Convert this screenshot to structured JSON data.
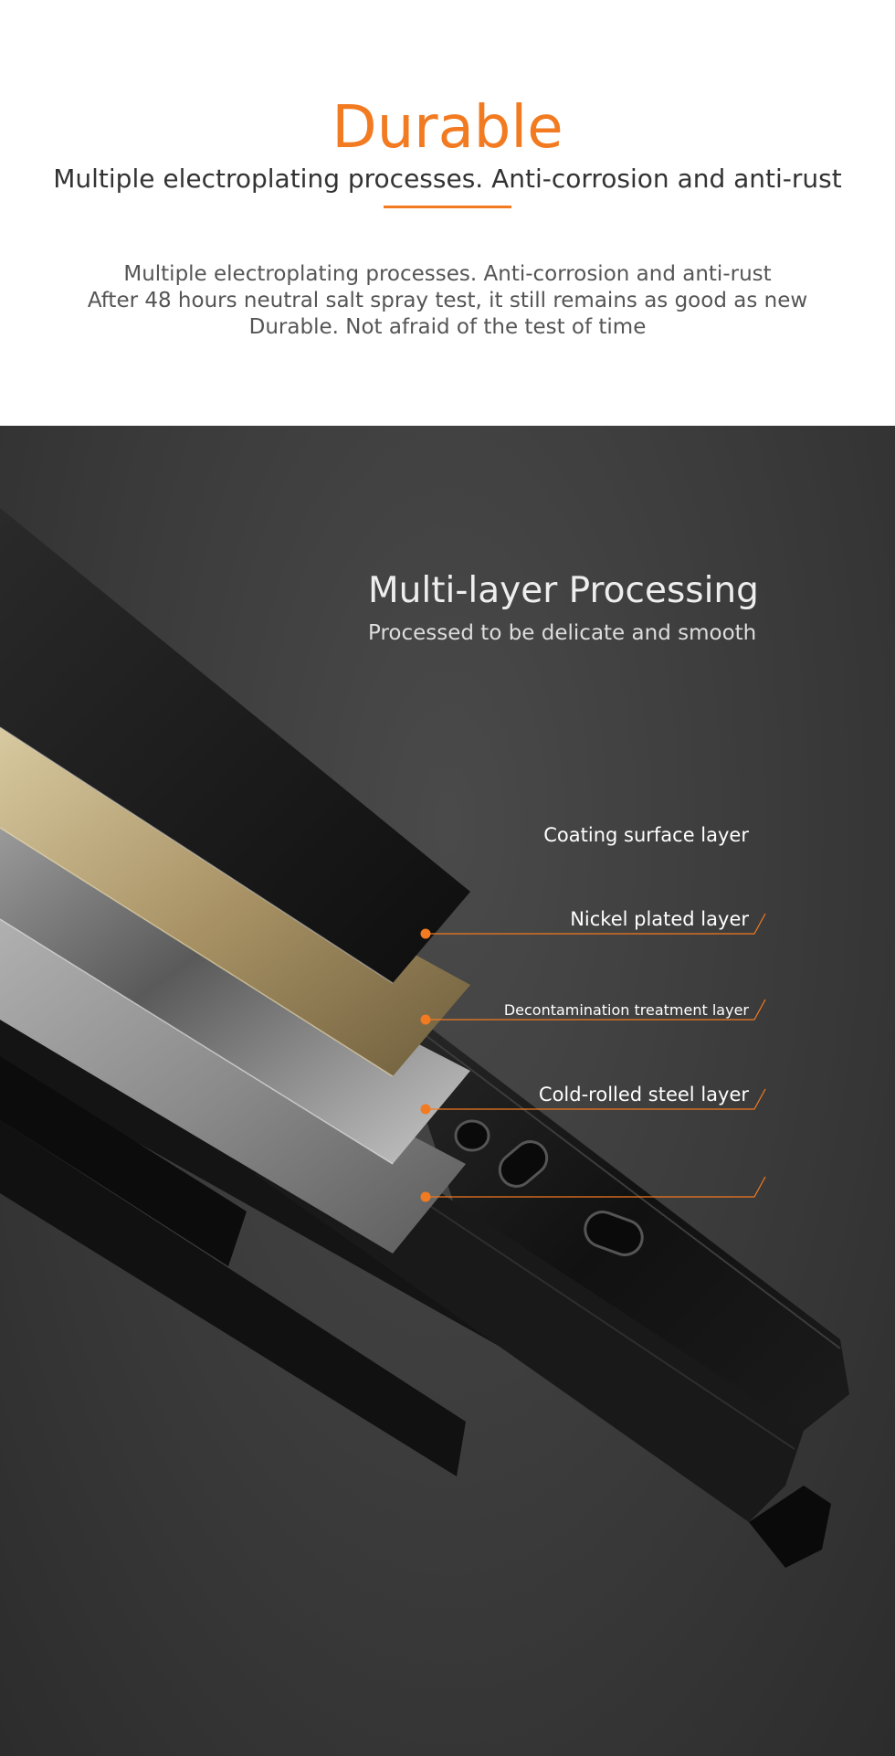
{
  "header": {
    "title": "Durable",
    "subtitle": "Multiple electroplating processes. Anti-corrosion and anti-rust"
  },
  "description": {
    "lines": [
      "Multiple electroplating processes. Anti-corrosion and anti-rust",
      "After 48 hours neutral salt spray test, it still remains as good as new",
      "Durable. Not afraid of the test of time"
    ]
  },
  "section": {
    "title": "Multi-layer Processing",
    "subtitle": "Processed to be delicate and smooth"
  },
  "layers": [
    {
      "label": "Coating surface layer"
    },
    {
      "label": "Nickel plated layer"
    },
    {
      "label": "Decontamination treatment layer"
    },
    {
      "label": "Cold-rolled steel layer"
    }
  ],
  "colors": {
    "accent": "#f27a21",
    "dark_bg": "#3a3a3a",
    "label_text": "#ffffff"
  },
  "icons": {
    "layer_marker": "orange-dot-icon"
  }
}
